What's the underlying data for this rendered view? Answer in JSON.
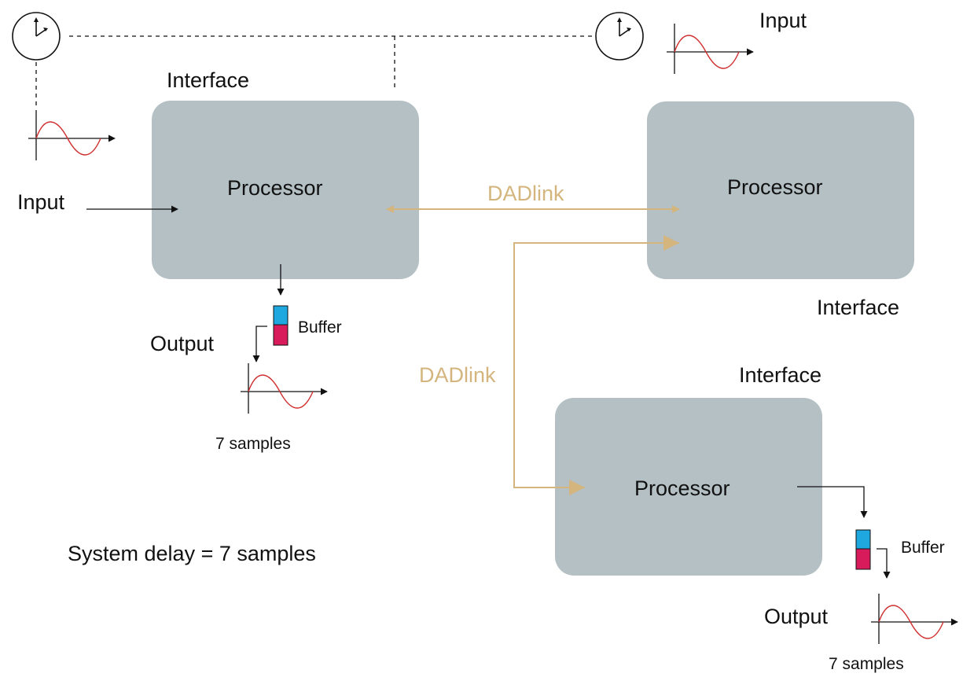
{
  "colors": {
    "processor_fill": "#b4c0c4",
    "dadlink": "#d3b57d",
    "waveform": "#d03030",
    "buffer_top": "#1fa7e0",
    "buffer_bottom": "#d81b5a",
    "line": "#111111"
  },
  "units": {
    "left": {
      "interface": "Interface",
      "processor": "Processor",
      "input": "Input",
      "output": "Output",
      "buffer": "Buffer",
      "samples": "7 samples"
    },
    "top_right": {
      "interface": "Interface",
      "processor": "Processor",
      "input": "Input"
    },
    "bottom_right": {
      "interface": "Interface",
      "processor": "Processor",
      "output": "Output",
      "buffer": "Buffer",
      "samples": "7 samples"
    }
  },
  "links": {
    "horizontal": "DADlink",
    "vertical": "DADlink"
  },
  "system_delay": "System delay = 7 samples",
  "icons": [
    "clock-icon",
    "clock-icon",
    "sine-wave-icon",
    "buffer-icon"
  ]
}
